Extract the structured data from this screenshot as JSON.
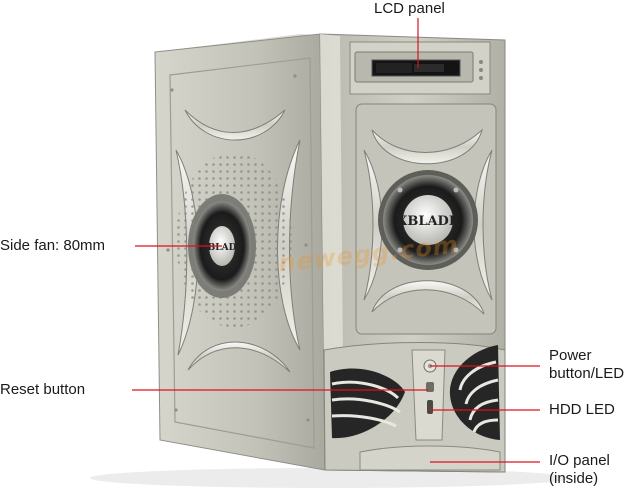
{
  "photo": {
    "subject": "computer-tower-case",
    "badge_text": "XBLADE",
    "watermark_text": "newegg.com"
  },
  "callouts": {
    "lcd_panel": "LCD panel",
    "side_fan": "Side fan: 80mm",
    "reset_button": "Reset button",
    "power_led_line1": "Power",
    "power_led_line2": "button/LED",
    "hdd_led": "HDD LED",
    "io_panel_line1": "I/O panel",
    "io_panel_line2": "(inside)"
  },
  "colors": {
    "callout_line": "#d8141c",
    "case_body": "#c7c7bd",
    "case_shadow": "#9a9a90",
    "chrome": "#eeeeea",
    "vent": "#2a2a2a"
  }
}
